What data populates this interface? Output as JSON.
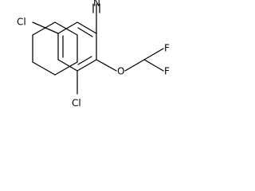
{
  "molecule": {
    "atoms": {
      "cl_top": "Cl",
      "cl_bottom": "Cl",
      "nitrile_n": "N",
      "oxygen": "O",
      "fluorine_top": "F",
      "fluorine_bottom": "F"
    }
  },
  "colors": {
    "background": "#ffffff",
    "bond": "#000000",
    "text": "#000000"
  }
}
